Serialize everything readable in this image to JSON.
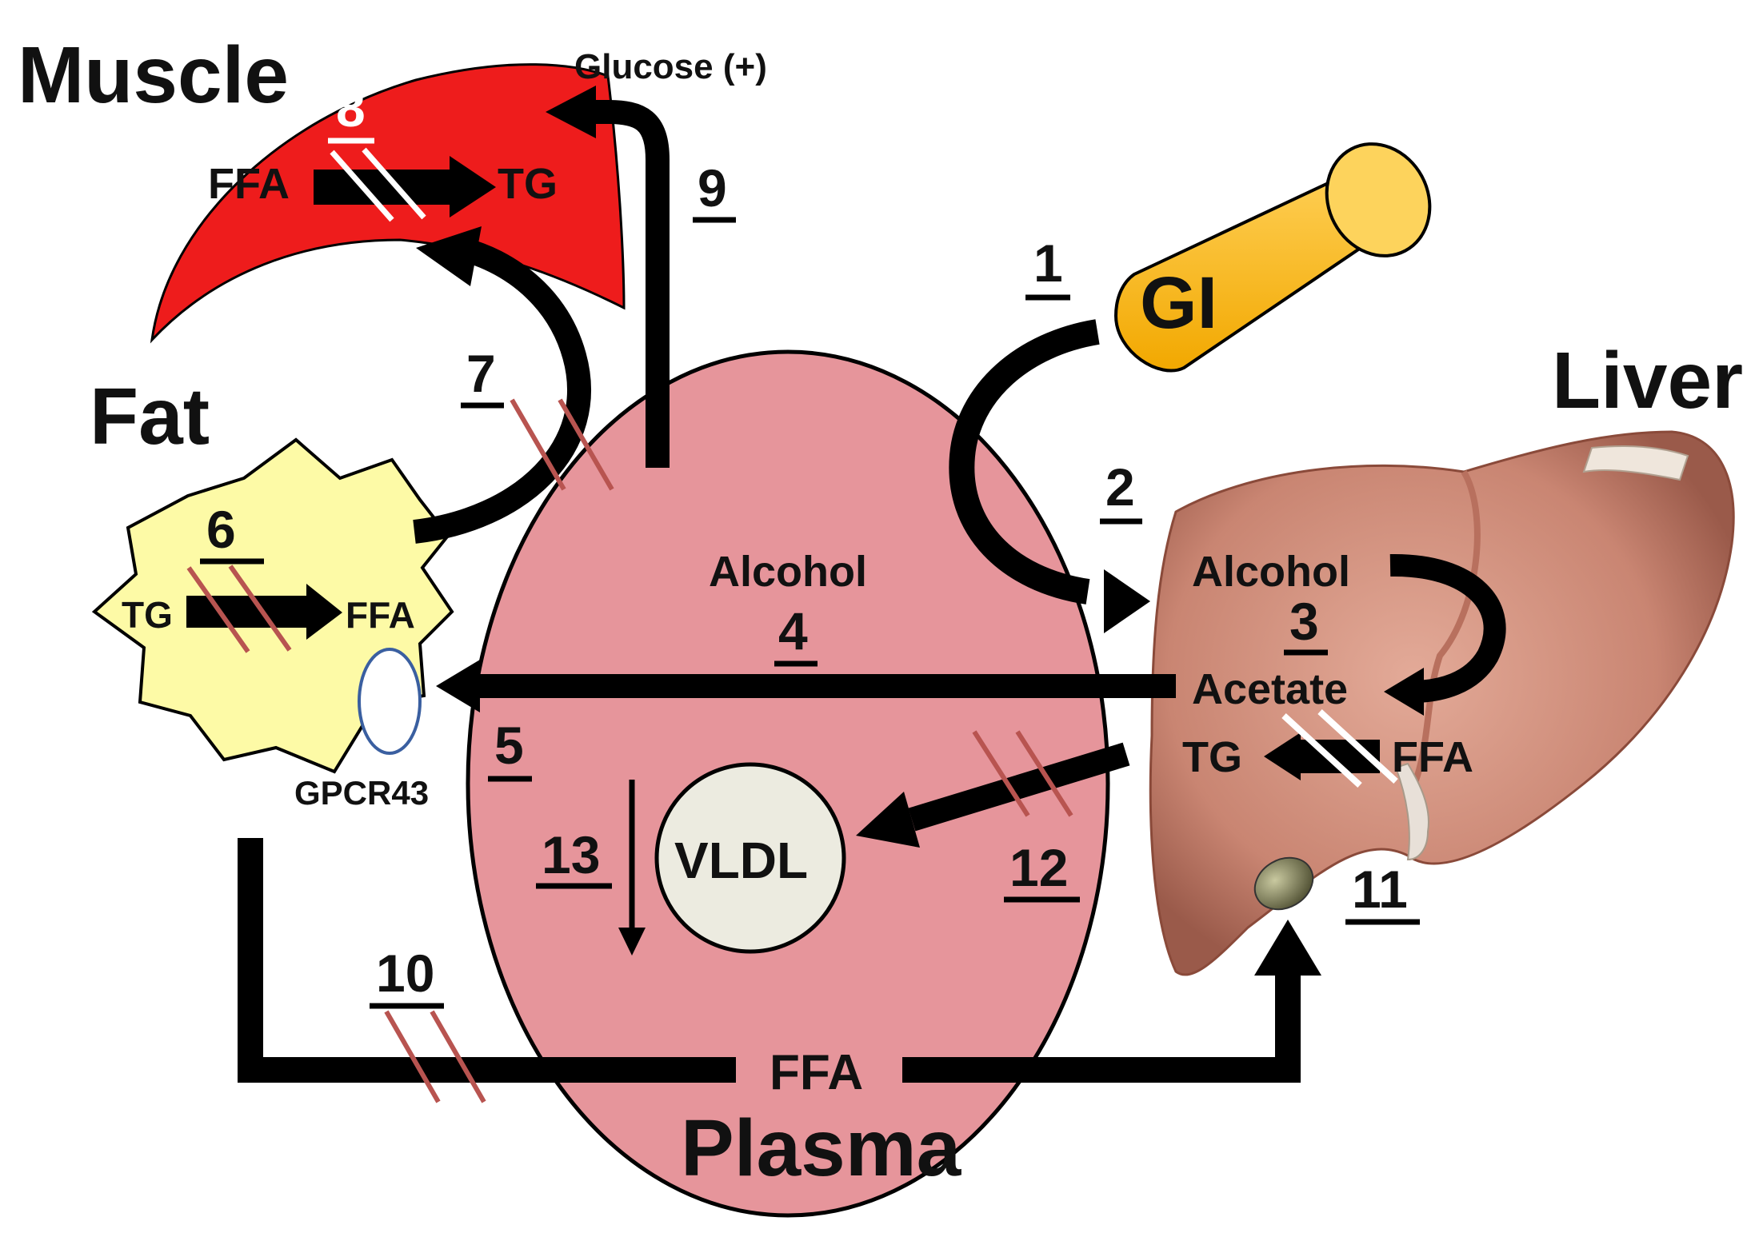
{
  "organs": {
    "muscle": "Muscle",
    "fat": "Fat",
    "liver": "Liver",
    "plasma": "Plasma",
    "gi": "GI"
  },
  "muscle": {
    "from": "FFA",
    "to": "TG"
  },
  "fat": {
    "from": "TG",
    "to": "FFA",
    "receptor": "GPCR43"
  },
  "liver": {
    "alcohol": "Alcohol",
    "acetate": "Acetate",
    "tg": "TG",
    "ffa": "FFA"
  },
  "plasma": {
    "alcohol": "Alcohol",
    "vldl": "VLDL",
    "ffa": "FFA"
  },
  "glucose": "Glucose (+)",
  "steps": [
    "1",
    "2",
    "3",
    "4",
    "5",
    "6",
    "7",
    "8",
    "9",
    "10",
    "11",
    "12",
    "13"
  ],
  "colors": {
    "muscle": "#ee1c1c",
    "fat": "#fdfaa6",
    "plasma": "#e6959b",
    "gi": "#f6b80e",
    "liver": "#d89a87",
    "vldl": "#ecebe0",
    "inhibit_red": "#b85450",
    "receptor_stroke": "#3a5fa0"
  }
}
